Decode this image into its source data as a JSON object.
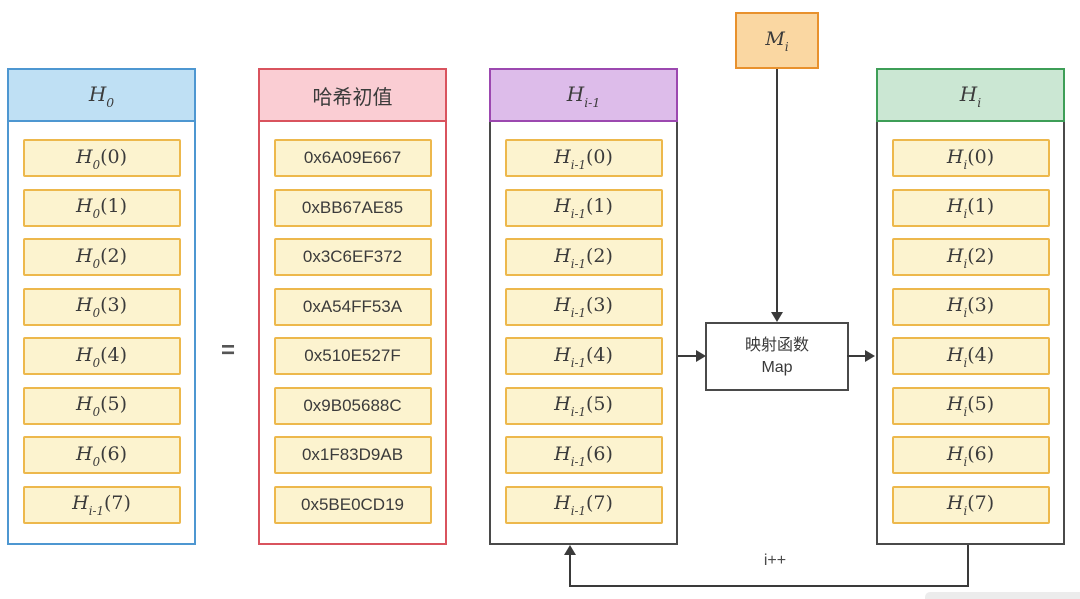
{
  "colors": {
    "h0_header_fill": "#BFE0F4",
    "h0_border": "#4E97D1",
    "init_header_fill": "#FACDD3",
    "init_border": "#D9535E",
    "hprev_header_fill": "#DDBCEA",
    "hprev_border": "#9C48B0",
    "hi_header_fill": "#CBE7D3",
    "hi_border": "#3E9E57",
    "cell_fill": "#FCF3CF",
    "cell_border": "#EDB84C",
    "message_fill": "#FAD7A2",
    "message_border": "#E8912D",
    "map_border": "#4A4A4A",
    "arrow_color": "#3A3A3A"
  },
  "equals_sign": "=",
  "columns": [
    {
      "name": "H0",
      "header": {
        "pre": "H",
        "sub": "0",
        "post": ""
      },
      "items": [
        {
          "pre": "H",
          "sub": "0",
          "post": "(0)"
        },
        {
          "pre": "H",
          "sub": "0",
          "post": "(1)"
        },
        {
          "pre": "H",
          "sub": "0",
          "post": "(2)"
        },
        {
          "pre": "H",
          "sub": "0",
          "post": "(3)"
        },
        {
          "pre": "H",
          "sub": "0",
          "post": "(4)"
        },
        {
          "pre": "H",
          "sub": "0",
          "post": "(5)"
        },
        {
          "pre": "H",
          "sub": "0",
          "post": "(6)"
        },
        {
          "pre": "H",
          "sub": "i-1",
          "post": "(7)"
        }
      ]
    },
    {
      "name": "hash-initial-values",
      "header": {
        "pre": "哈希初值",
        "sub": "",
        "post": ""
      },
      "items": [
        {
          "pre": "0x6A09E667",
          "sub": "",
          "post": ""
        },
        {
          "pre": "0xBB67AE85",
          "sub": "",
          "post": ""
        },
        {
          "pre": "0x3C6EF372",
          "sub": "",
          "post": ""
        },
        {
          "pre": "0xA54FF53A",
          "sub": "",
          "post": ""
        },
        {
          "pre": "0x510E527F",
          "sub": "",
          "post": ""
        },
        {
          "pre": "0x9B05688C",
          "sub": "",
          "post": ""
        },
        {
          "pre": "0x1F83D9AB",
          "sub": "",
          "post": ""
        },
        {
          "pre": "0x5BE0CD19",
          "sub": "",
          "post": ""
        }
      ]
    },
    {
      "name": "H_i-1",
      "header": {
        "pre": "H",
        "sub": "i-1",
        "post": ""
      },
      "items": [
        {
          "pre": "H",
          "sub": "i-1",
          "post": "(0)"
        },
        {
          "pre": "H",
          "sub": "i-1",
          "post": "(1)"
        },
        {
          "pre": "H",
          "sub": "i-1",
          "post": "(2)"
        },
        {
          "pre": "H",
          "sub": "i-1",
          "post": "(3)"
        },
        {
          "pre": "H",
          "sub": "i-1",
          "post": "(4)"
        },
        {
          "pre": "H",
          "sub": "i-1",
          "post": "(5)"
        },
        {
          "pre": "H",
          "sub": "i-1",
          "post": "(6)"
        },
        {
          "pre": "H",
          "sub": "i-1",
          "post": "(7)"
        }
      ]
    },
    {
      "name": "H_i",
      "header": {
        "pre": "H",
        "sub": "i",
        "post": ""
      },
      "items": [
        {
          "pre": "H",
          "sub": "i",
          "post": "(0)"
        },
        {
          "pre": "H",
          "sub": "i",
          "post": "(1)"
        },
        {
          "pre": "H",
          "sub": "i",
          "post": "(2)"
        },
        {
          "pre": "H",
          "sub": "i",
          "post": "(3)"
        },
        {
          "pre": "H",
          "sub": "i",
          "post": "(4)"
        },
        {
          "pre": "H",
          "sub": "i",
          "post": "(5)"
        },
        {
          "pre": "H",
          "sub": "i",
          "post": "(6)"
        },
        {
          "pre": "H",
          "sub": "i",
          "post": "(7)"
        }
      ]
    }
  ],
  "message_block": {
    "pre": "M",
    "sub": "i",
    "post": ""
  },
  "map_function": {
    "line1": "映射函数",
    "line2": "Map"
  },
  "loop_label": "i++"
}
